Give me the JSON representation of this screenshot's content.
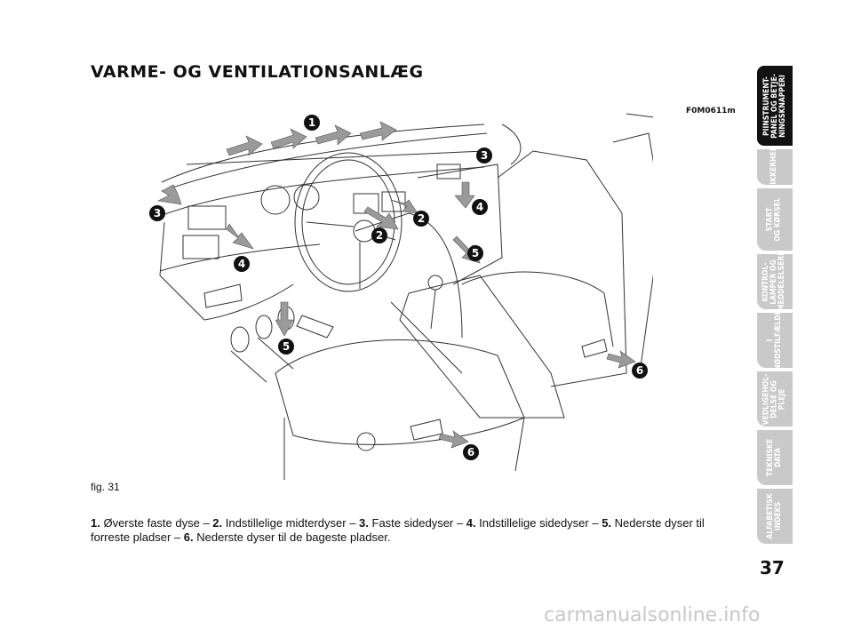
{
  "page": {
    "title": "VARME- OG VENTILATIONSANLÆG",
    "image_code": "F0M0611m",
    "fig_label": "fig. 31",
    "page_number": "37",
    "watermark": "carmanualsonline.info"
  },
  "caption": [
    {
      "num": "1.",
      "text": " Øverste faste dyse – "
    },
    {
      "num": "2.",
      "text": " Indstillelige midterdyser – "
    },
    {
      "num": "3.",
      "text": " Faste sidedyser – "
    },
    {
      "num": "4.",
      "text": " Indstillelige sidedyser – "
    },
    {
      "num": "5.",
      "text": " Nederste dyser til forreste pladser – "
    },
    {
      "num": "6.",
      "text": " Nederste dyser til de bageste pladser."
    }
  ],
  "tabs": [
    {
      "label": "PIINSTRUMENT-\nPANEL OG BETJE-\nNINGSKNAPPERI",
      "active": true
    },
    {
      "label": "SIKKERHED",
      "active": false
    },
    {
      "label": "START\nOG KØRSEL",
      "active": false
    },
    {
      "label": "KONTROL-\nLAMPER OG\nMEDDELELSERI",
      "active": false
    },
    {
      "label": "I\nNØDSTILFÆLDE",
      "active": false
    },
    {
      "label": "VEDLIGEHOL-\nDELSE OG\nPLEJE",
      "active": false
    },
    {
      "label": "TEKNISKE\nDATA",
      "active": false
    },
    {
      "label": "ALFABETISK\nINDEKS",
      "active": false
    }
  ],
  "callouts": [
    "1",
    "2",
    "2",
    "3",
    "3",
    "4",
    "4",
    "5",
    "5",
    "6",
    "6"
  ]
}
